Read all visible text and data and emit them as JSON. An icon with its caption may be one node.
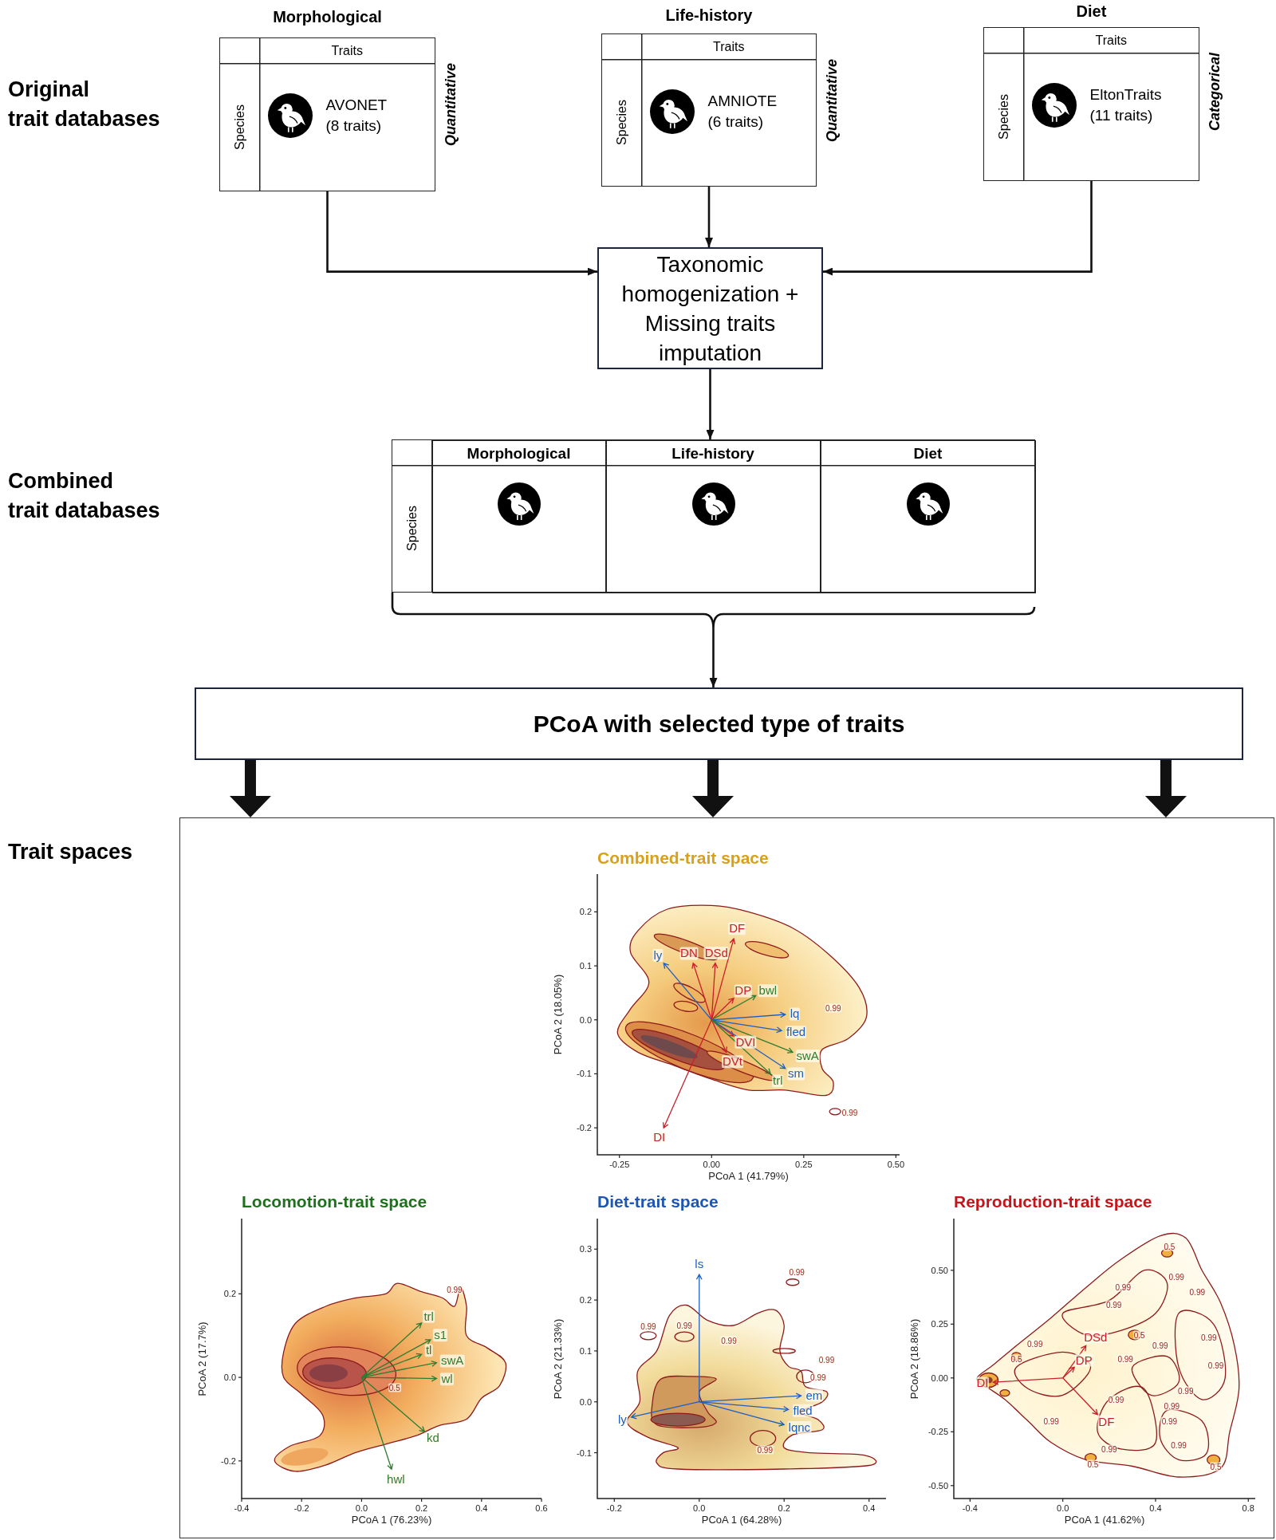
{
  "diagram": {
    "nodes": [
      {
        "text": [
          "Morphological",
          "Traits",
          "Species",
          "AVONET (8 traits)"
        ],
        "beside": [
          "Quantitative"
        ]
      },
      {
        "text": [
          "Life-history",
          "Traits",
          "Species",
          "AMNIOTE (6 traits)"
        ],
        "beside": [
          "Quantitative"
        ]
      },
      {
        "text": [
          "Diet",
          "Traits",
          "Species",
          "EltonTraits (11 traits)"
        ],
        "beside": [
          "Categorical"
        ]
      },
      {
        "text": [
          "Taxonomic homogenization + Missing traits imputation"
        ]
      },
      {
        "text": [
          "Species"
        ]
      },
      {
        "text": [
          "Morphological"
        ],
        "in": 4
      },
      {
        "text": [
          "Life-history"
        ],
        "in": 4
      },
      {
        "text": [
          "Diet"
        ],
        "in": 4
      },
      {
        "text": [
          "PCoA with selected type of traits"
        ]
      },
      {
        "text": [],
        "shape": "box"
      }
    ],
    "edges": [
      {
        "from": 0,
        "to": 3,
        "arrow": "to"
      },
      {
        "from": 1,
        "to": 3,
        "arrow": "to"
      },
      {
        "from": 2,
        "to": 3,
        "arrow": "to"
      },
      {
        "from": 3,
        "to": 4,
        "arrow": "to"
      },
      {
        "from": 4,
        "to": 8,
        "arrow": "to"
      },
      {
        "from": 8,
        "to": 9,
        "arrow": "to",
        "style": "thick"
      },
      {
        "from": 8,
        "to": 9,
        "arrow": "to",
        "style": "thick"
      },
      {
        "from": 8,
        "to": 9,
        "arrow": "to",
        "style": "thick"
      }
    ],
    "labels": [
      "Original trait databases",
      "Combined trait databases",
      "Trait spaces"
    ],
    "chart_data": [
      {
        "type": "scatter",
        "title": "Combined-trait space",
        "xlabel": "PCoA 1 (41.79%)",
        "ylabel": "PCoA 2 (18.05%)",
        "xlim": [
          -0.31,
          0.51
        ],
        "ylim": [
          -0.25,
          0.27
        ],
        "xticks": [
          {
            "value": -0.25,
            "label": "-0.25"
          },
          {
            "value": 0,
            "label": "0.00"
          },
          {
            "value": 0.25,
            "label": "0.25"
          },
          {
            "value": 0.5,
            "label": "0.50"
          }
        ],
        "yticks": [
          {
            "value": 0.2,
            "label": "0.2"
          },
          {
            "value": 0.1,
            "label": "0.1"
          },
          {
            "value": 0,
            "label": "0.0"
          },
          {
            "value": -0.1,
            "label": "-0.1"
          },
          {
            "value": -0.2,
            "label": "-0.2"
          }
        ],
        "annotations": [
          "DF",
          "ly",
          "DN",
          "DSd",
          "DP",
          "bwl",
          "0.99",
          "lq",
          "fled",
          "DVI",
          "swA",
          "DVt",
          "sm",
          "trl",
          "0.99",
          "DI"
        ]
      },
      {
        "type": "scatter",
        "title": "Locomotion-trait space",
        "xlabel": "PCoA 1 (76.23%)",
        "ylabel": "PCoA 2 (17.7%)",
        "xlim": [
          -0.4,
          0.6
        ],
        "ylim": [
          -0.29,
          0.38
        ],
        "xticks": [
          {
            "value": -0.4,
            "label": "-0.4"
          },
          {
            "value": -0.2,
            "label": "-0.2"
          },
          {
            "value": 0,
            "label": "0.0"
          },
          {
            "value": 0.2,
            "label": "0.2"
          },
          {
            "value": 0.4,
            "label": "0.4"
          },
          {
            "value": 0.6,
            "label": "0.6"
          }
        ],
        "yticks": [
          {
            "value": 0.2,
            "label": "0.2"
          },
          {
            "value": 0,
            "label": "0.0"
          },
          {
            "value": -0.2,
            "label": "-0.2"
          }
        ],
        "annotations": [
          "0.99",
          "trl",
          "s1",
          "tl",
          "swA",
          "0.5",
          "wl",
          "kd",
          "hwl"
        ]
      },
      {
        "type": "scatter",
        "title": "Diet-trait space",
        "xlabel": "PCoA 1 (64.28%)",
        "ylabel": "PCoA 2 (21.33%)",
        "xlim": [
          -0.24,
          0.44
        ],
        "ylim": [
          -0.19,
          0.36
        ],
        "xticks": [
          {
            "value": -0.2,
            "label": "-0.2"
          },
          {
            "value": 0,
            "label": "0.0"
          },
          {
            "value": 0.2,
            "label": "0.2"
          },
          {
            "value": 0.4,
            "label": "0.4"
          }
        ],
        "yticks": [
          {
            "value": 0.3,
            "label": "0.3"
          },
          {
            "value": 0.2,
            "label": "0.2"
          },
          {
            "value": 0.1,
            "label": "0.1"
          },
          {
            "value": 0,
            "label": "0.0"
          },
          {
            "value": -0.1,
            "label": "-0.1"
          }
        ],
        "annotations": [
          "ls",
          "0.99",
          "0.99",
          "0.99",
          "0.99",
          "0.99",
          "0.99",
          "em",
          "fled",
          "ly",
          "lqnc",
          "0.99"
        ]
      },
      {
        "type": "scatter",
        "title": "Reproduction-trait space",
        "xlabel": "PCoA 1 (41.62%)",
        "ylabel": "PCoA 2 (18.86%)",
        "xlim": [
          -0.47,
          0.83
        ],
        "ylim": [
          -0.56,
          0.74
        ],
        "xticks": [
          {
            "value": -0.4,
            "label": "-0.4"
          },
          {
            "value": 0,
            "label": "0.0"
          },
          {
            "value": 0.4,
            "label": "0.4"
          },
          {
            "value": 0.8,
            "label": "0.8"
          }
        ],
        "yticks": [
          {
            "value": 0.5,
            "label": "0.50"
          },
          {
            "value": 0.25,
            "label": "0.25"
          },
          {
            "value": 0,
            "label": "0.00"
          },
          {
            "value": -0.25,
            "label": "-0.25"
          },
          {
            "value": -0.5,
            "label": "-0.50"
          }
        ],
        "annotations": [
          "0.5",
          "0.99",
          "0.99",
          "0.99",
          "0.99",
          "0.5",
          "0.99",
          "DSd",
          "0.99",
          "0.99",
          "0.5",
          "0.99",
          "DP",
          "0.99",
          "DI",
          "0.99",
          "0.99",
          "0.99",
          "DF",
          "0.99",
          "0.99",
          "0.99",
          "0.99",
          "0.5",
          "0.5"
        ]
      }
    ]
  }
}
